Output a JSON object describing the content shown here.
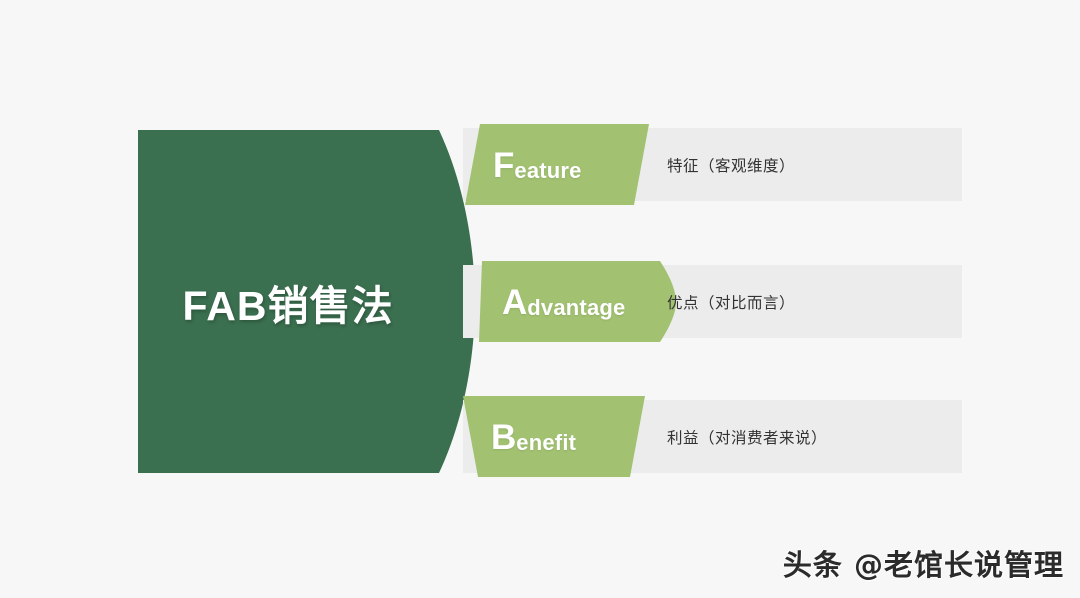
{
  "slide": {
    "background_color": "#f7f7f7",
    "watermark": "头条 @老馆长说管理"
  },
  "left_panel": {
    "title": "FAB销售法",
    "fill_color": "#3a6f4f",
    "text_color": "#ffffff"
  },
  "colors": {
    "panel_green": "#3a6f4f",
    "tag_green": "#a2c272",
    "bar_gray": "#ececec",
    "description_text": "#333333"
  },
  "rows": [
    {
      "tag_initial": "F",
      "tag_rest": "eature",
      "tag_full": "Feature",
      "description": "特征（客观维度）"
    },
    {
      "tag_initial": "A",
      "tag_rest": "dvantage",
      "tag_full": "Advantage",
      "description": "优点（对比而言）"
    },
    {
      "tag_initial": "B",
      "tag_rest": "enefit",
      "tag_full": "Benefit",
      "description": "利益（对消费者来说）"
    }
  ]
}
